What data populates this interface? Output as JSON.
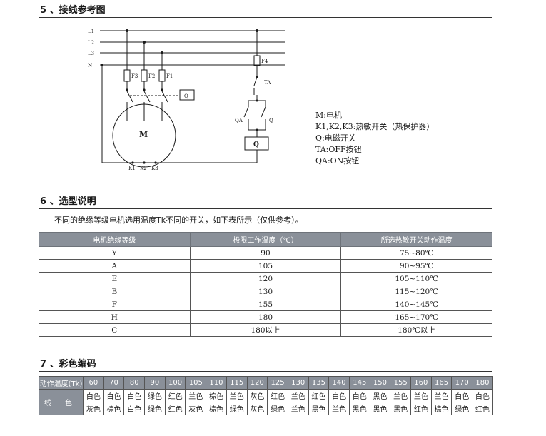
{
  "sections": {
    "s5": "5 、接线参考图",
    "s6": "6 、选型说明",
    "s7": "7 、彩色编码"
  },
  "diagram": {
    "lines": [
      "L1",
      "L2",
      "L3",
      "N"
    ],
    "fuses": [
      "F3",
      "F2",
      "F1",
      "F4"
    ],
    "motor": "M",
    "terminals": [
      "K1",
      "K2",
      "K3"
    ],
    "contactor": "Q",
    "coil": "Q",
    "off_button": "TA",
    "on_button": "QA",
    "aux_contact": "Q"
  },
  "legend": [
    "M:电机",
    "K1,K2,K3:热敏开关（热保护器）",
    "Q:电磁开关",
    "TA:OFF按钮",
    "QA:ON按钮"
  ],
  "selection": {
    "intro": "不同的绝缘等级电机选用温度Tk不同的开关，如下表所示（仅供参考）。",
    "headers": [
      "电机绝缘等级",
      "极限工作温度（℃）",
      "所选热敏开关动作温度"
    ],
    "rows": [
      [
        "Y",
        "90",
        "75~80℃"
      ],
      [
        "A",
        "105",
        "90~95℃"
      ],
      [
        "E",
        "120",
        "105~110℃"
      ],
      [
        "B",
        "130",
        "115~120℃"
      ],
      [
        "F",
        "155",
        "140~145℃"
      ],
      [
        "H",
        "180",
        "165~170℃"
      ],
      [
        "C",
        "180以上",
        "180℃以上"
      ]
    ]
  },
  "color_code": {
    "header_label": "动作温度(Tk)",
    "row_label": "线 色",
    "temps": [
      "60",
      "70",
      "80",
      "90",
      "100",
      "105",
      "110",
      "115",
      "120",
      "125",
      "130",
      "135",
      "140",
      "145",
      "150",
      "155",
      "160",
      "165",
      "170",
      "180"
    ],
    "row1": [
      "白色",
      "白色",
      "白色",
      "绿色",
      "红色",
      "兰色",
      "棕色",
      "兰色",
      "灰色",
      "红色",
      "兰色",
      "红色",
      "白色",
      "白色",
      "黑色",
      "兰色",
      "兰色",
      "兰色",
      "白色",
      "白色"
    ],
    "row2": [
      "灰色",
      "棕色",
      "白色",
      "绿色",
      "红色",
      "灰色",
      "棕色",
      "绿色",
      "灰色",
      "绿色",
      "兰色",
      "黑色",
      "兰色",
      "黑色",
      "黑色",
      "黑色",
      "红色",
      "棕色",
      "绿色",
      "红色"
    ]
  }
}
